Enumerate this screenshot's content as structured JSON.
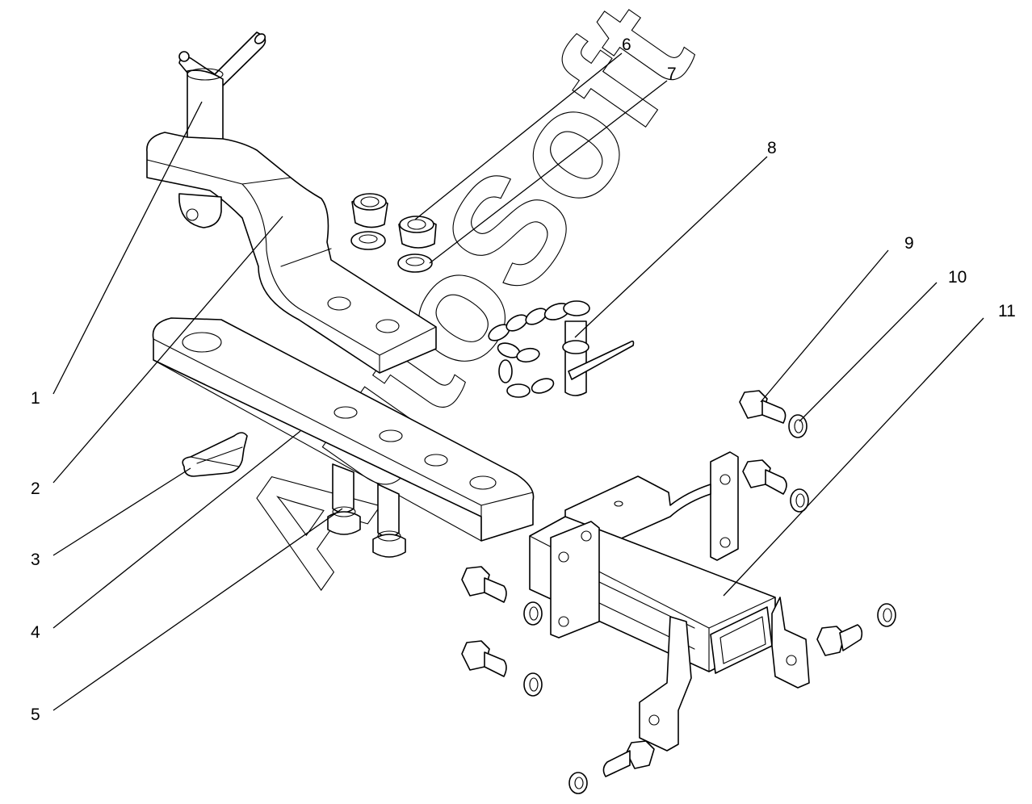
{
  "watermark": "AutoSoft",
  "callouts": [
    {
      "id": "1",
      "label": "1"
    },
    {
      "id": "2",
      "label": "2"
    },
    {
      "id": "3",
      "label": "3"
    },
    {
      "id": "4",
      "label": "4"
    },
    {
      "id": "5",
      "label": "5"
    },
    {
      "id": "6",
      "label": "6"
    },
    {
      "id": "7",
      "label": "7"
    },
    {
      "id": "8",
      "label": "8"
    },
    {
      "id": "9",
      "label": "9"
    },
    {
      "id": "10",
      "label": "10"
    },
    {
      "id": "11",
      "label": "11"
    }
  ],
  "colors": {
    "line": "#000000",
    "background": "#ffffff"
  }
}
